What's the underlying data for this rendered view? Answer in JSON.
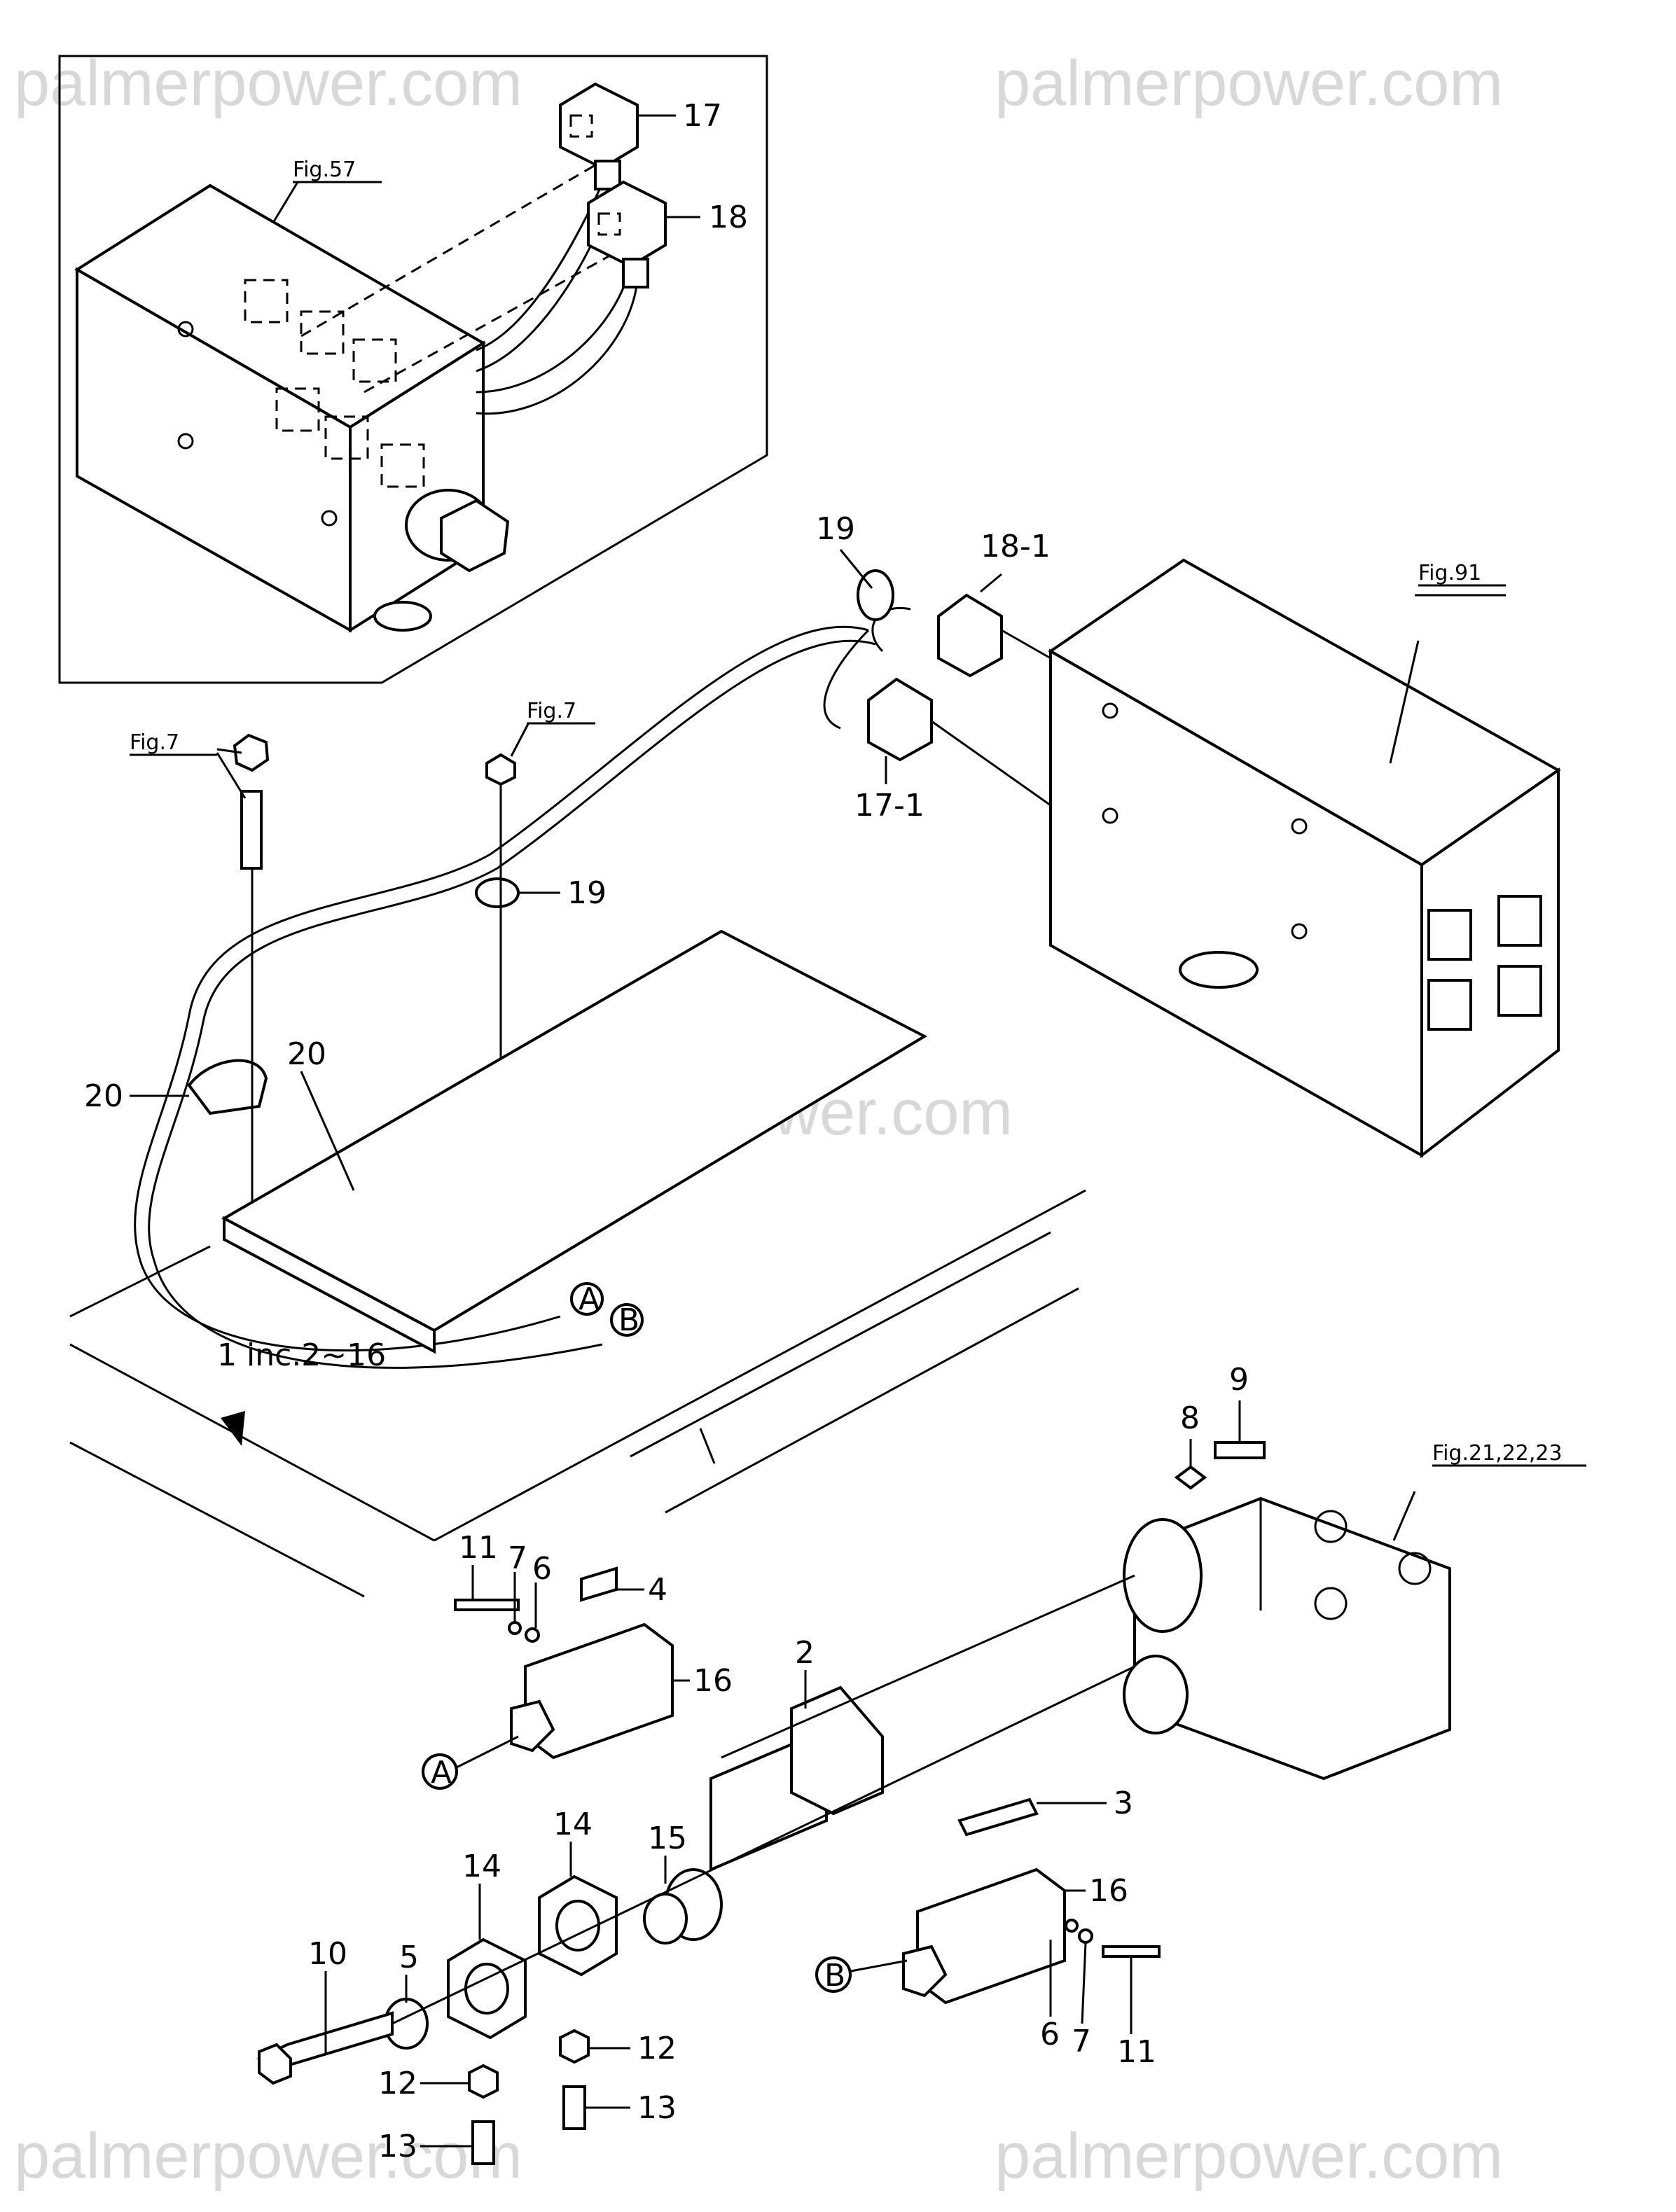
{
  "watermarks": [
    "palmerpower.com",
    "palmerpower.com",
    "palmerpower.com",
    "palmerpower.com",
    "palmerpower.com"
  ],
  "figure_refs": {
    "fig57": "Fig.57",
    "fig91": "Fig.91",
    "fig7a": "Fig.7",
    "fig7b": "Fig.7",
    "fig212223": "Fig.21,22,23"
  },
  "note": "1 inc.2~16",
  "callouts": {
    "c17": "17",
    "c18": "18",
    "c19a": "19",
    "c19b": "19",
    "c18_1": "18-1",
    "c17_1": "17-1",
    "c20a": "20",
    "c20b": "20",
    "c8": "8",
    "c9": "9",
    "c11a": "11",
    "c7a": "7",
    "c6a": "6",
    "c4": "4",
    "c16a": "16",
    "c2": "2",
    "c3": "3",
    "c16b": "16",
    "c15": "15",
    "c14a": "14",
    "c14b": "14",
    "c5": "5",
    "c10": "10",
    "c12a": "12",
    "c12b": "12",
    "c13a": "13",
    "c13b": "13",
    "c6b": "6",
    "c7b": "7",
    "c11b": "11"
  },
  "markers": {
    "A1": "A",
    "B1": "B",
    "A2": "A",
    "B2": "B"
  }
}
